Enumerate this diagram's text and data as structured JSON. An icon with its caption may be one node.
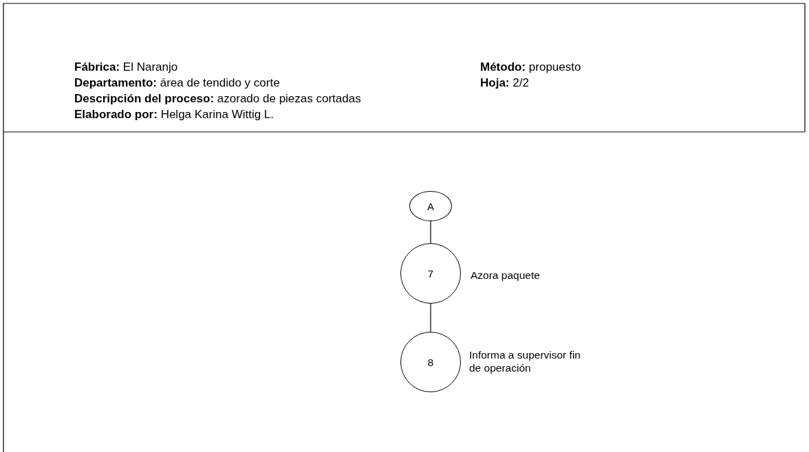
{
  "diagram": {
    "nodes": [
      {
        "text": [
          "A"
        ]
      },
      {
        "text": [
          "7"
        ],
        "beside": [
          "Azora paquete"
        ]
      },
      {
        "text": [
          "8"
        ],
        "beside": [
          "Informa a supervisor fin de operación"
        ]
      }
    ],
    "edges": [
      {
        "from": 0,
        "to": 1,
        "arrow": "none"
      },
      {
        "from": 1,
        "to": 2,
        "arrow": "none"
      }
    ],
    "labels": [
      "**Fábrica:** El Naranjo",
      "**Método:** propuesto",
      "**Departamento:** área de tendido y corte",
      "**Hoja:** 2/2",
      "**Descripción del proceso:**  azorado de piezas cortadas",
      "**Elaborado por:** Helga Karina Wittig L."
    ]
  }
}
